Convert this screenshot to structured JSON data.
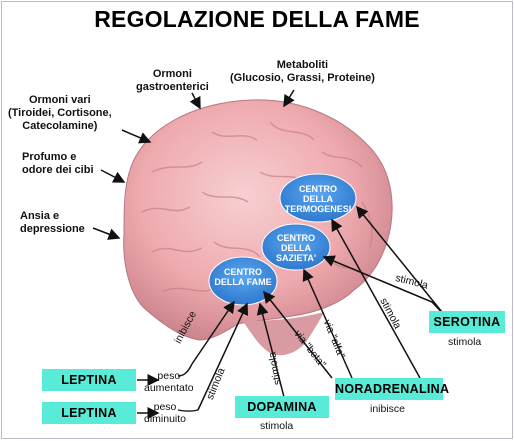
{
  "title": "REGOLAZIONE DELLA FAME",
  "inputs": {
    "ormoni_gastro": "Ormoni\ngastroenterici",
    "metaboliti": "Metaboliti\n(Glucosio, Grassi, Proteine)",
    "ormoni_vari": "Ormoni vari\n(Tiroidei, Cortisone,\nCatecolamine)",
    "profumo": "Profumo e\nodore dei cibi",
    "ansia": "Ansia e\ndepressione"
  },
  "centers": {
    "termogenesi": "CENTRO\nDELLA\nTERMOGENESI",
    "sazieta": "CENTRO\nDELLA\nSAZIETA'",
    "fame": "CENTRO\nDELLA\nFAME"
  },
  "substances": {
    "leptina_1": "LEPTINA",
    "leptina_2": "LEPTINA",
    "dopamina": "DOPAMINA",
    "noradrenalina": "NORADRENALINA",
    "serotina": "SEROTINA"
  },
  "notes": {
    "peso_aumentato": "peso\naumentato",
    "peso_diminuito": "peso\ndiminuito",
    "dopamina_effect": "stimola",
    "noradrenalina_effect": "inibisce",
    "serotina_effect": "stimola"
  },
  "arrow_labels": {
    "inibisce": "inibisce",
    "stimola_leptina": "stimola",
    "stimola_dopamina": "stimola",
    "via_beta": "via \"beta\"",
    "via_alfa": "via \"alfa\"",
    "stimola_nor": "stimola",
    "stimola_ser": "stimola"
  },
  "colors": {
    "box_fill": "#58ecd8",
    "center_fill": "#3f8fe0",
    "brain": "#f0b2b5"
  }
}
